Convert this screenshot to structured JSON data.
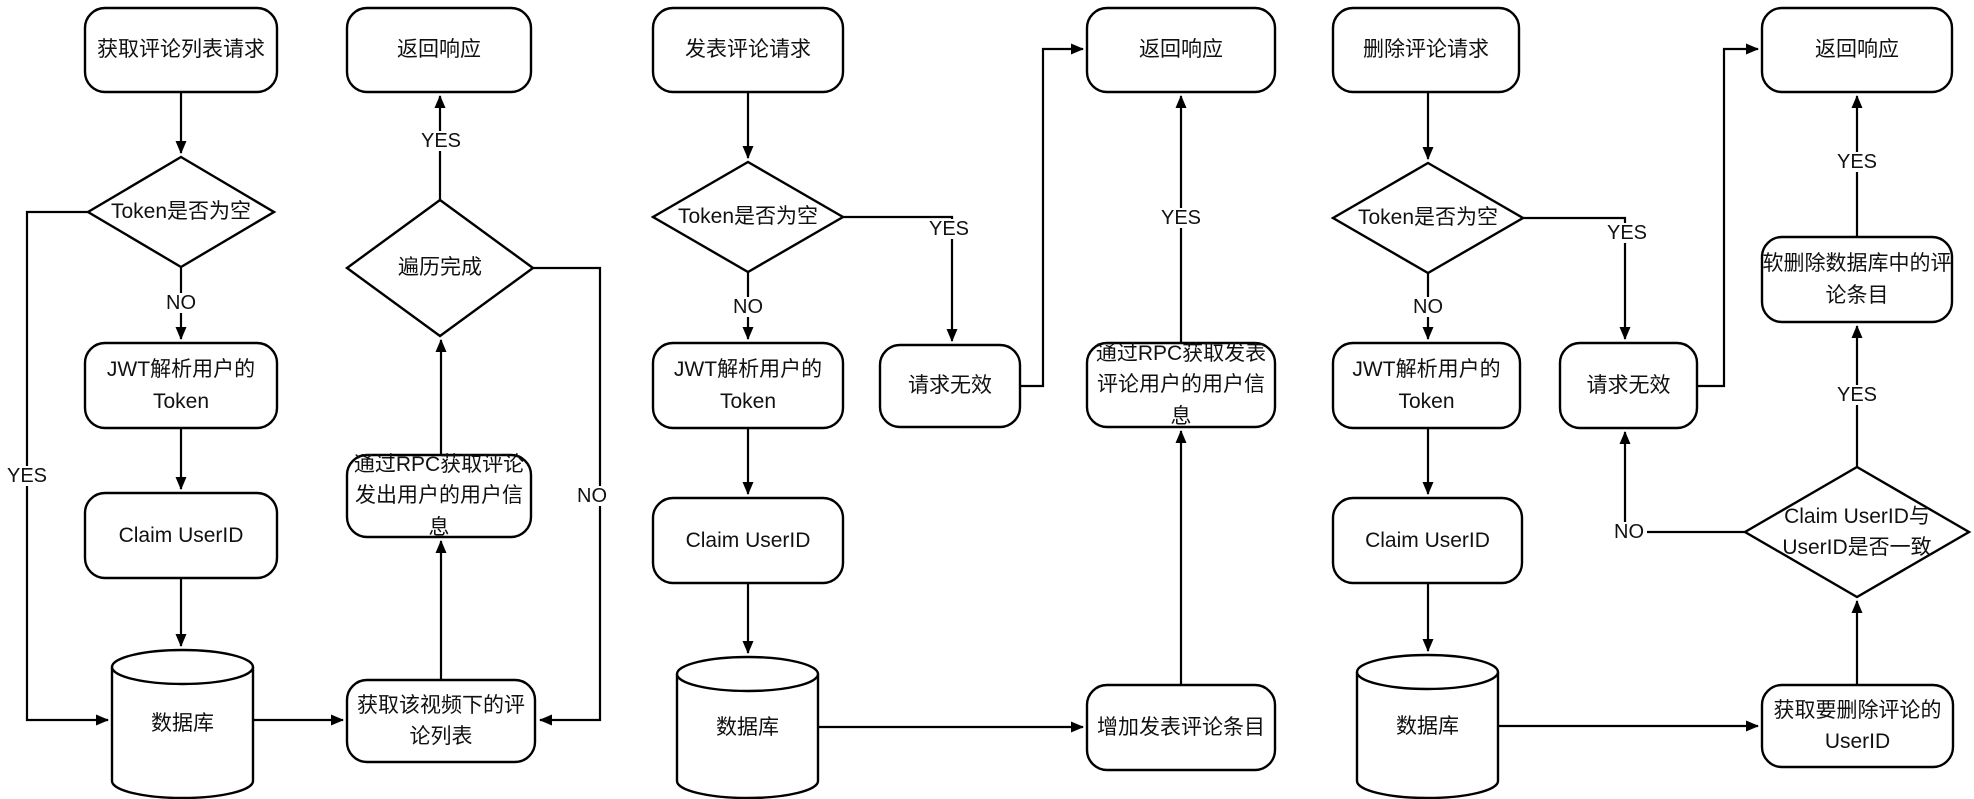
{
  "diagram": {
    "type": "flowchart",
    "colors": {
      "stroke": "#000000",
      "background": "#ffffff",
      "text": "#111111"
    },
    "edge_labels": {
      "yes": "YES",
      "no": "NO"
    },
    "flow1": {
      "name": "get-comment-list-flow",
      "request": "获取评论列表请求",
      "token_check": "Token是否为空",
      "jwt": "JWT解析用户的Token",
      "claim": "Claim UserID",
      "database": "数据库",
      "get_comments": "获取该视频下的评论列表",
      "rpc": "通过RPC获取评论发出用户的用户信息",
      "traverse_check": "遍历完成",
      "response": "返回响应"
    },
    "flow2": {
      "name": "post-comment-flow",
      "request": "发表评论请求",
      "token_check": "Token是否为空",
      "jwt": "JWT解析用户的Token",
      "claim": "Claim UserID",
      "database": "数据库",
      "invalid": "请求无效",
      "add_comment": "增加发表评论条目",
      "rpc": "通过RPC获取发表评论用户的用户信息",
      "response": "返回响应"
    },
    "flow3": {
      "name": "delete-comment-flow",
      "request": "删除评论请求",
      "token_check": "Token是否为空",
      "jwt": "JWT解析用户的Token",
      "claim": "Claim UserID",
      "database": "数据库",
      "invalid": "请求无效",
      "get_userid": "获取要删除评论的UserID",
      "match_check": "Claim UserID与UserID是否一致",
      "soft_delete": "软删除数据库中的评论条目",
      "response": "返回响应"
    }
  }
}
